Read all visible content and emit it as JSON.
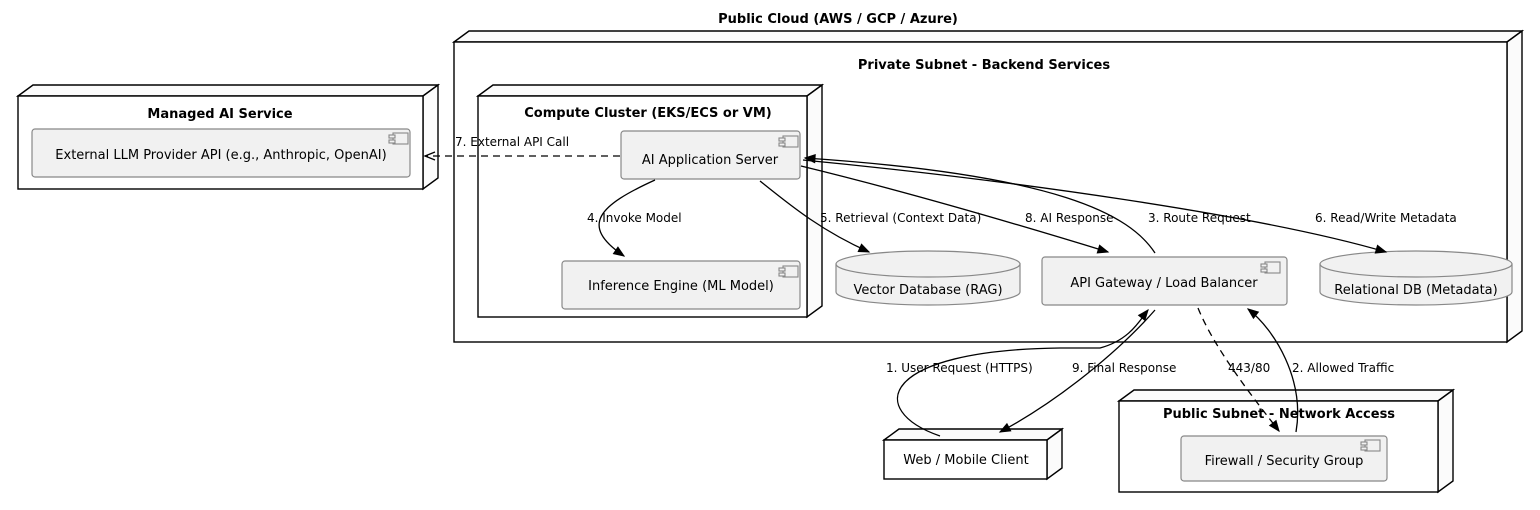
{
  "diagram": {
    "type": "uml-deployment-diagram",
    "title": "Public Cloud (AWS / GCP / Azure)",
    "background_color": "#ffffff",
    "line_color": "#000000",
    "component_fill": "#f1f1f1",
    "component_stroke": "#888888",
    "node_fill": "#ffffff"
  },
  "cloud": {
    "title": "Public Cloud (AWS / GCP / Azure)"
  },
  "nodes": {
    "managed_ai_service": {
      "title": "Managed AI Service",
      "component": {
        "label": "External LLM Provider API (e.g., Anthropic, OpenAI)",
        "icon": "uml-component-icon"
      }
    },
    "private_subnet": {
      "title": "Private Subnet - Backend Services"
    },
    "compute_cluster": {
      "title": "Compute Cluster (EKS/ECS or VM)",
      "components": [
        {
          "label": "AI Application Server",
          "icon": "uml-component-icon"
        },
        {
          "label": "Inference Engine (ML Model)",
          "icon": "uml-component-icon"
        }
      ]
    },
    "public_subnet": {
      "title": "Public Subnet - Network Access",
      "component": {
        "label": "Firewall / Security Group",
        "icon": "uml-component-icon"
      }
    },
    "web_mobile_client": {
      "label": "Web / Mobile Client"
    }
  },
  "components": {
    "api_gateway": {
      "label": "API Gateway / Load Balancer",
      "icon": "uml-component-icon"
    }
  },
  "databases": [
    {
      "label": "Vector Database (RAG)",
      "shape": "cylinder"
    },
    {
      "label": "Relational DB (Metadata)",
      "shape": "cylinder"
    }
  ],
  "edges": [
    {
      "id": "e1",
      "label": "1. User Request (HTTPS)",
      "from": "web-mobile-client",
      "to": "api-gateway",
      "style": "solid"
    },
    {
      "id": "e2",
      "label": "2. Allowed Traffic",
      "from": "firewall-security-group",
      "to": "api-gateway",
      "style": "solid"
    },
    {
      "id": "e3",
      "label": "3. Route Request",
      "from": "api-gateway",
      "to": "ai-application-server",
      "style": "solid"
    },
    {
      "id": "e4",
      "label": "4. Invoke Model",
      "from": "ai-application-server",
      "to": "inference-engine",
      "style": "solid"
    },
    {
      "id": "e5",
      "label": "5. Retrieval (Context Data)",
      "from": "ai-application-server",
      "to": "vector-database",
      "style": "solid"
    },
    {
      "id": "e6",
      "label": "6. Read/Write Metadata",
      "from": "ai-application-server",
      "to": "relational-db",
      "style": "solid"
    },
    {
      "id": "e7",
      "label": "7. External API Call",
      "from": "ai-application-server",
      "to": "external-llm-provider-api",
      "style": "dashed"
    },
    {
      "id": "e8",
      "label": "8. AI Response",
      "from": "ai-application-server",
      "to": "api-gateway",
      "style": "solid"
    },
    {
      "id": "e9",
      "label": "9. Final Response",
      "from": "api-gateway",
      "to": "web-mobile-client",
      "style": "solid"
    },
    {
      "id": "e10",
      "label": "443/80",
      "from": "api-gateway",
      "to": "firewall-security-group",
      "style": "dashed"
    }
  ],
  "edge_labels": {
    "user_request": "1. User Request (HTTPS)",
    "allowed_traffic": "2. Allowed Traffic",
    "route_request": "3. Route Request",
    "invoke_model": "4. Invoke Model",
    "retrieval": "5. Retrieval (Context Data)",
    "read_write_metadata": "6. Read/Write Metadata",
    "external_api_call": "7. External API Call",
    "ai_response": "8. AI Response",
    "final_response": "9. Final Response",
    "ports": "443/80"
  }
}
